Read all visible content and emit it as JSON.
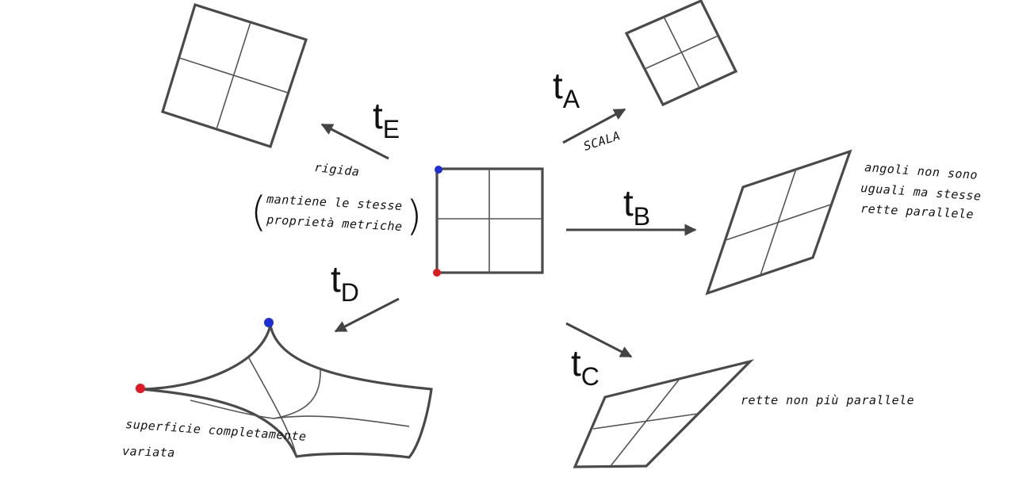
{
  "labels": {
    "tA": {
      "main": "t",
      "sub": "A"
    },
    "tB": {
      "main": "t",
      "sub": "B"
    },
    "tC": {
      "main": "t",
      "sub": "C"
    },
    "tD": {
      "main": "t",
      "sub": "D"
    },
    "tE": {
      "main": "t",
      "sub": "E"
    }
  },
  "notes": {
    "scala": "SCALA",
    "rigida": "rigida",
    "rigida_line1": "mantiene le stesse",
    "rigida_line2": "proprietà metriche",
    "affine_line1": "angoli non sono",
    "affine_line2": "uguali ma stesse",
    "affine_line3": "rette parallele",
    "projective": "rette non più parallele",
    "elastic_line1": "superficie completamente",
    "elastic_line2": "variata"
  },
  "colors": {
    "marker_blue": "#1f2fd6",
    "marker_red": "#e01a22",
    "stroke": "#4a4a4a"
  }
}
